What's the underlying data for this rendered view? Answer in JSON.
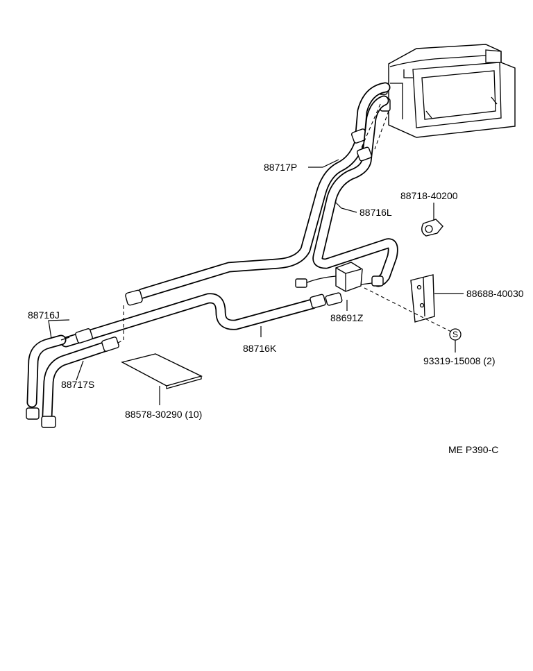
{
  "diagram": {
    "parts": [
      {
        "id": "p1",
        "label": "88717P"
      },
      {
        "id": "p2",
        "label": "88716L"
      },
      {
        "id": "p3",
        "label": "88718-40200"
      },
      {
        "id": "p4",
        "label": "88688-40030"
      },
      {
        "id": "p5",
        "label": "88716J"
      },
      {
        "id": "p6",
        "label": "88691Z"
      },
      {
        "id": "p7",
        "label": "88716K"
      },
      {
        "id": "p8",
        "label": "88717S"
      },
      {
        "id": "p9",
        "label": "93319-15008 (2)"
      },
      {
        "id": "p10",
        "label": "88578-30290 (10)"
      }
    ],
    "s_mark": "S",
    "reference_code": "ME P390-C"
  }
}
